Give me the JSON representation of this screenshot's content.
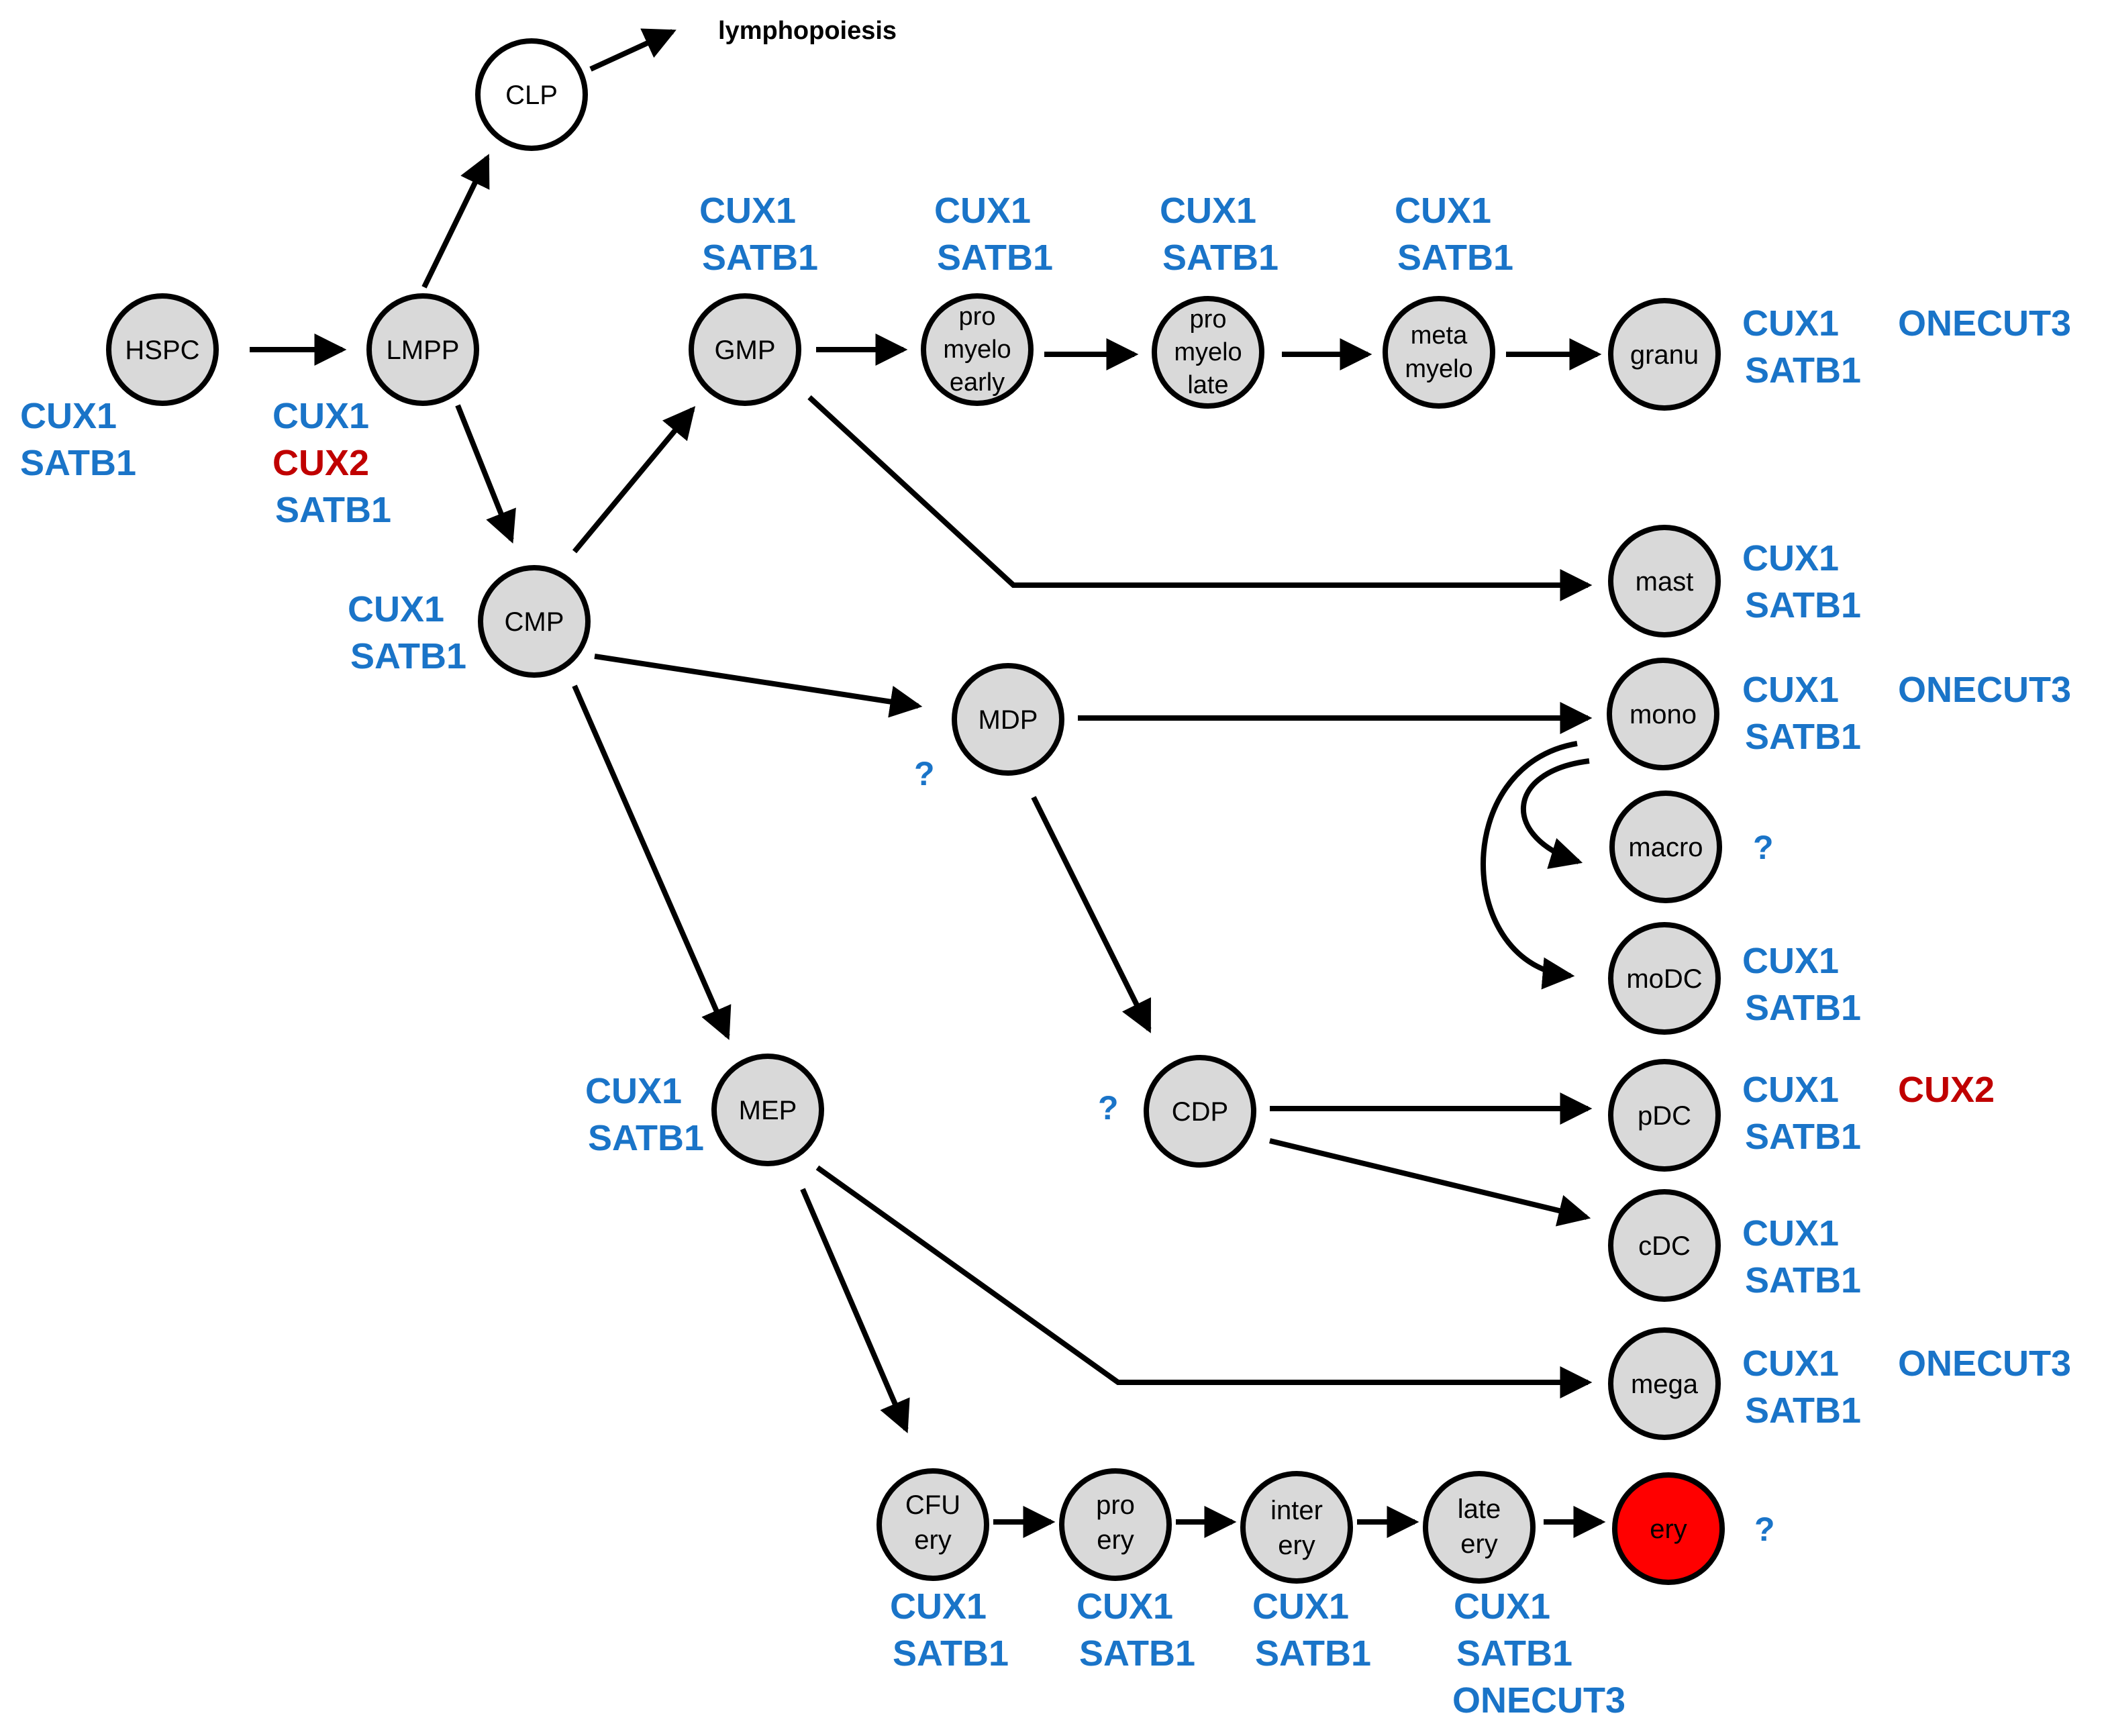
{
  "title": "",
  "colors": {
    "node_fill": "#d9d9d9",
    "node_fill_clp": "#ffffff",
    "node_fill_ery": "#ff0000",
    "gene_blue": "#1a74c8",
    "gene_red": "#c00000"
  },
  "nodes": {
    "hspc": "HSPC",
    "lmpp": "LMPP",
    "clp": "CLP",
    "cmp": "CMP",
    "gmp": "GMP",
    "promyelo_early": [
      "pro",
      "myelo",
      "early"
    ],
    "promyelo_late": [
      "pro",
      "myelo",
      "late"
    ],
    "metamyelo": [
      "meta",
      "myelo"
    ],
    "granu": "granu",
    "mast": "mast",
    "mdp": "MDP",
    "mono": "mono",
    "macro": "macro",
    "modc": "moDC",
    "cdp": "CDP",
    "pdc": "pDC",
    "cdc": "cDC",
    "mep": "MEP",
    "mega": "mega",
    "cfu_ery": [
      "CFU",
      "ery"
    ],
    "pro_ery": [
      "pro",
      "ery"
    ],
    "inter_ery": [
      "inter",
      "ery"
    ],
    "late_ery": [
      "late",
      "ery"
    ],
    "ery": "ery"
  },
  "lymphopoiesis": "lymphopoiesis",
  "genes": {
    "hspc": [
      "CUX1",
      "SATB1"
    ],
    "lmpp": [
      "CUX1",
      "CUX2",
      "SATB1"
    ],
    "cmp": [
      "CUX1",
      "SATB1"
    ],
    "gmp": [
      "CUX1",
      "SATB1"
    ],
    "promyelo_early": [
      "CUX1",
      "SATB1"
    ],
    "promyelo_late": [
      "CUX1",
      "SATB1"
    ],
    "metamyelo": [
      "CUX1",
      "SATB1"
    ],
    "granu": [
      "CUX1",
      "SATB1",
      "ONECUT3"
    ],
    "mast": [
      "CUX1",
      "SATB1"
    ],
    "mono": [
      "CUX1",
      "SATB1",
      "ONECUT3"
    ],
    "macro": "?",
    "modc": [
      "CUX1",
      "SATB1"
    ],
    "mdp": "?",
    "cdp": "?",
    "pdc": [
      "CUX1",
      "SATB1",
      "CUX2"
    ],
    "cdc": [
      "CUX1",
      "SATB1"
    ],
    "mep": [
      "CUX1",
      "SATB1"
    ],
    "mega": [
      "CUX1",
      "SATB1",
      "ONECUT3"
    ],
    "cfu_ery": [
      "CUX1",
      "SATB1"
    ],
    "pro_ery": [
      "CUX1",
      "SATB1"
    ],
    "inter_ery": [
      "CUX1",
      "SATB1"
    ],
    "late_ery": [
      "CUX1",
      "SATB1",
      "ONECUT3"
    ],
    "ery": "?"
  }
}
